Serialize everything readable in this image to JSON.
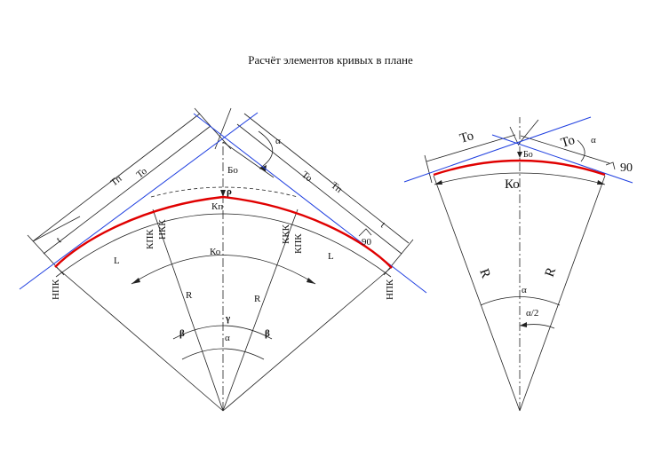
{
  "title": "Расчёт элементов кривых в плане",
  "colors": {
    "tangent": "#1f3fe0",
    "curve": "#e00000",
    "construction": "#222222"
  },
  "left": {
    "labels": {
      "Tp": "Тп",
      "To": "То",
      "t": "t",
      "alpha": "α",
      "Bo": "Бо",
      "rho": "ρ",
      "Kp": "Кп",
      "Ko": "Ко",
      "L": "L",
      "NKK": "НКК",
      "KPK": "КПК",
      "KKK": "ККК",
      "NPK": "НПК",
      "R": "R",
      "beta": "β",
      "gamma": "γ",
      "ninety": "90"
    }
  },
  "right": {
    "labels": {
      "To": "То",
      "alpha": "α",
      "Bo": "Бо",
      "Ko": "Ко",
      "ninety": "90",
      "R": "R",
      "half_alpha": "α/2"
    }
  }
}
